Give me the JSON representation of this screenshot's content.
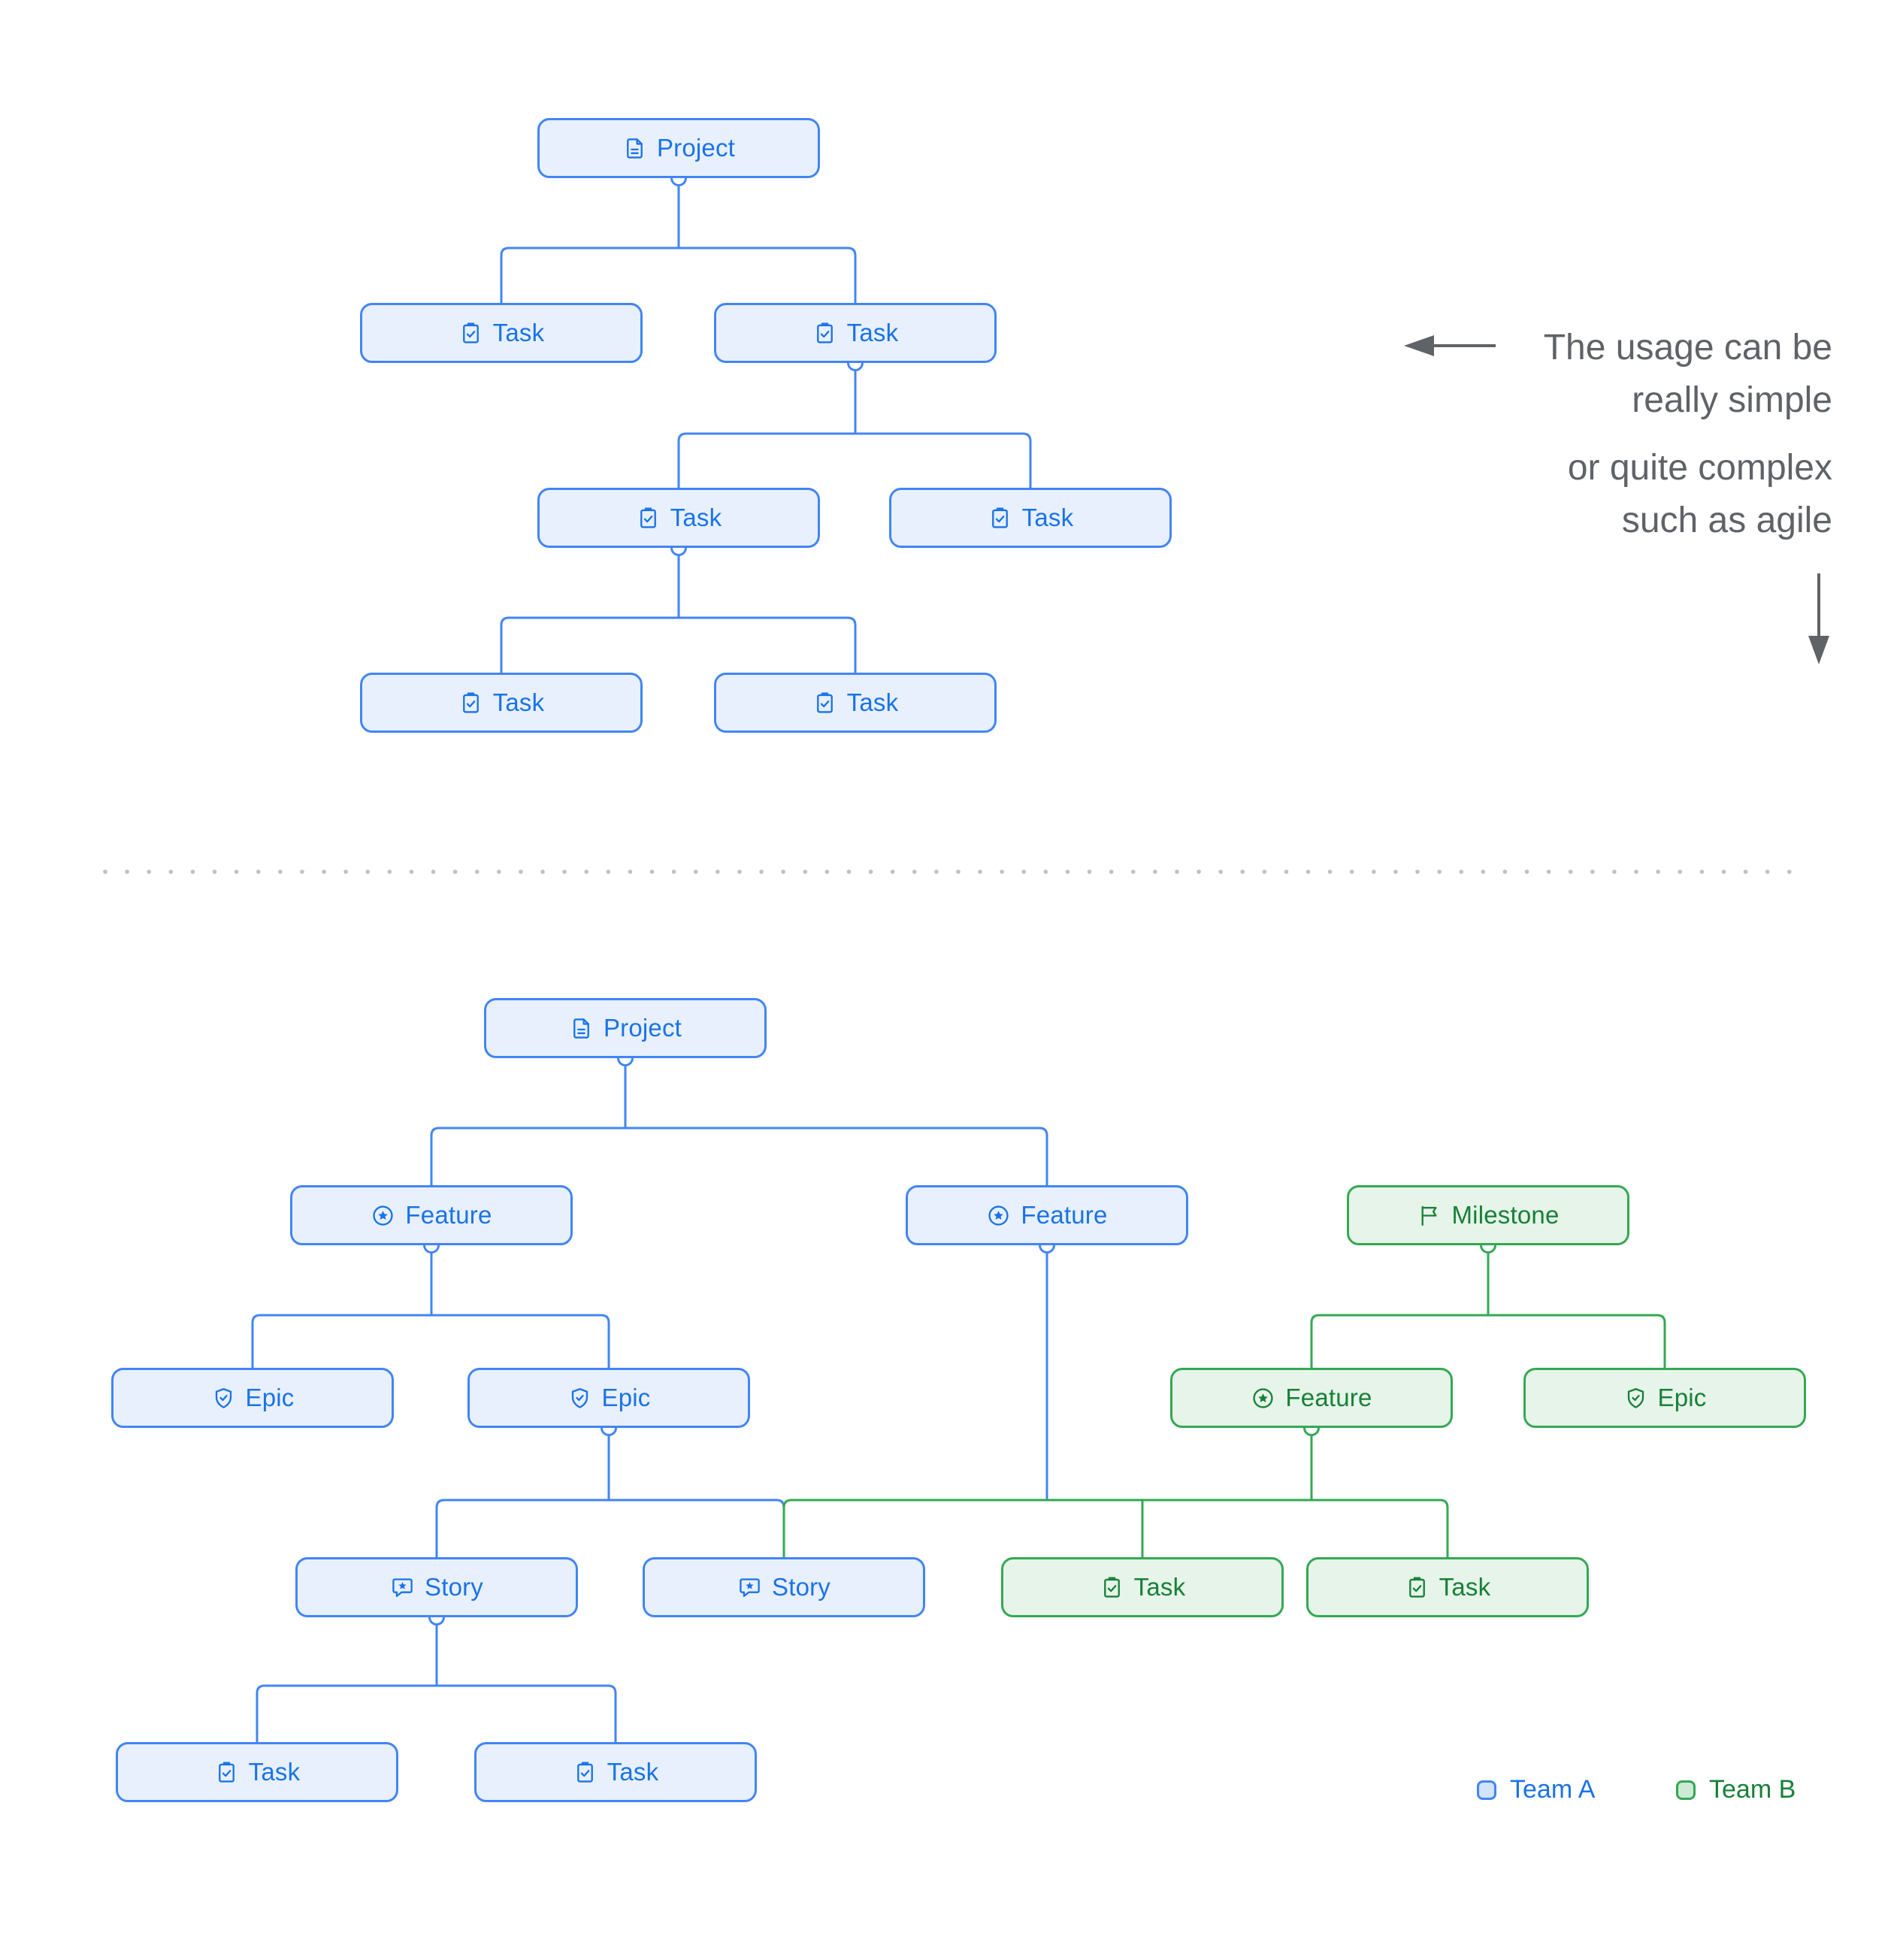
{
  "annotation": {
    "line1": "The usage can be",
    "line2": "really simple",
    "line3": "or quite complex",
    "line4": "such as agile"
  },
  "legend": {
    "team_a_label": "Team A",
    "team_b_label": "Team B"
  },
  "colors": {
    "team_a_border": "#4285f4",
    "team_a_fill": "#e8f0fe",
    "team_a_text": "#1a73e8",
    "team_b_border": "#34a853",
    "team_b_fill": "#e6f4ea",
    "team_b_text": "#188038",
    "annotation_text": "#5f6368",
    "divider_dots": "#bdc1c6"
  },
  "simple_diagram": {
    "nodes": [
      {
        "id": "project",
        "label": "Project",
        "type": "project",
        "icon": "document-icon",
        "team": "A"
      },
      {
        "id": "task-1",
        "label": "Task",
        "type": "task",
        "icon": "clipboard-check-icon",
        "team": "A"
      },
      {
        "id": "task-2",
        "label": "Task",
        "type": "task",
        "icon": "clipboard-check-icon",
        "team": "A"
      },
      {
        "id": "task-3",
        "label": "Task",
        "type": "task",
        "icon": "clipboard-check-icon",
        "team": "A"
      },
      {
        "id": "task-4",
        "label": "Task",
        "type": "task",
        "icon": "clipboard-check-icon",
        "team": "A"
      },
      {
        "id": "task-5",
        "label": "Task",
        "type": "task",
        "icon": "clipboard-check-icon",
        "team": "A"
      },
      {
        "id": "task-6",
        "label": "Task",
        "type": "task",
        "icon": "clipboard-check-icon",
        "team": "A"
      }
    ],
    "edges": [
      [
        "project",
        "task-1"
      ],
      [
        "project",
        "task-2"
      ],
      [
        "task-2",
        "task-3"
      ],
      [
        "task-2",
        "task-4"
      ],
      [
        "task-3",
        "task-5"
      ],
      [
        "task-3",
        "task-6"
      ]
    ]
  },
  "complex_diagram": {
    "nodes": [
      {
        "id": "project",
        "label": "Project",
        "type": "project",
        "icon": "document-icon",
        "team": "A"
      },
      {
        "id": "feature-1",
        "label": "Feature",
        "type": "feature",
        "icon": "star-circle-icon",
        "team": "A"
      },
      {
        "id": "feature-2",
        "label": "Feature",
        "type": "feature",
        "icon": "star-circle-icon",
        "team": "A"
      },
      {
        "id": "milestone",
        "label": "Milestone",
        "type": "milestone",
        "icon": "flag-icon",
        "team": "B"
      },
      {
        "id": "epic-1",
        "label": "Epic",
        "type": "epic",
        "icon": "shield-check-icon",
        "team": "A"
      },
      {
        "id": "epic-2",
        "label": "Epic",
        "type": "epic",
        "icon": "shield-check-icon",
        "team": "A"
      },
      {
        "id": "feature-3",
        "label": "Feature",
        "type": "feature",
        "icon": "star-circle-icon",
        "team": "B"
      },
      {
        "id": "epic-3",
        "label": "Epic",
        "type": "epic",
        "icon": "shield-check-icon",
        "team": "B"
      },
      {
        "id": "story-1",
        "label": "Story",
        "type": "story",
        "icon": "chat-star-icon",
        "team": "A"
      },
      {
        "id": "story-2",
        "label": "Story",
        "type": "story",
        "icon": "chat-star-icon",
        "team": "A"
      },
      {
        "id": "task-b1",
        "label": "Task",
        "type": "task",
        "icon": "clipboard-check-icon",
        "team": "B"
      },
      {
        "id": "task-b2",
        "label": "Task",
        "type": "task",
        "icon": "clipboard-check-icon",
        "team": "B"
      },
      {
        "id": "task-a1",
        "label": "Task",
        "type": "task",
        "icon": "clipboard-check-icon",
        "team": "A"
      },
      {
        "id": "task-a2",
        "label": "Task",
        "type": "task",
        "icon": "clipboard-check-icon",
        "team": "A"
      }
    ],
    "edges": [
      [
        "project",
        "feature-1"
      ],
      [
        "project",
        "feature-2"
      ],
      [
        "feature-1",
        "epic-1"
      ],
      [
        "feature-1",
        "epic-2"
      ],
      [
        "milestone",
        "feature-3"
      ],
      [
        "milestone",
        "epic-3"
      ],
      [
        "epic-2",
        "story-1"
      ],
      [
        "epic-2",
        "story-2"
      ],
      [
        "feature-2",
        "story-2"
      ],
      [
        "feature-2",
        "task-b1"
      ],
      [
        "feature-2",
        "task-b2"
      ],
      [
        "feature-3",
        "story-2"
      ],
      [
        "feature-3",
        "task-b1"
      ],
      [
        "feature-3",
        "task-b2"
      ],
      [
        "story-1",
        "task-a1"
      ],
      [
        "story-1",
        "task-a2"
      ]
    ]
  }
}
